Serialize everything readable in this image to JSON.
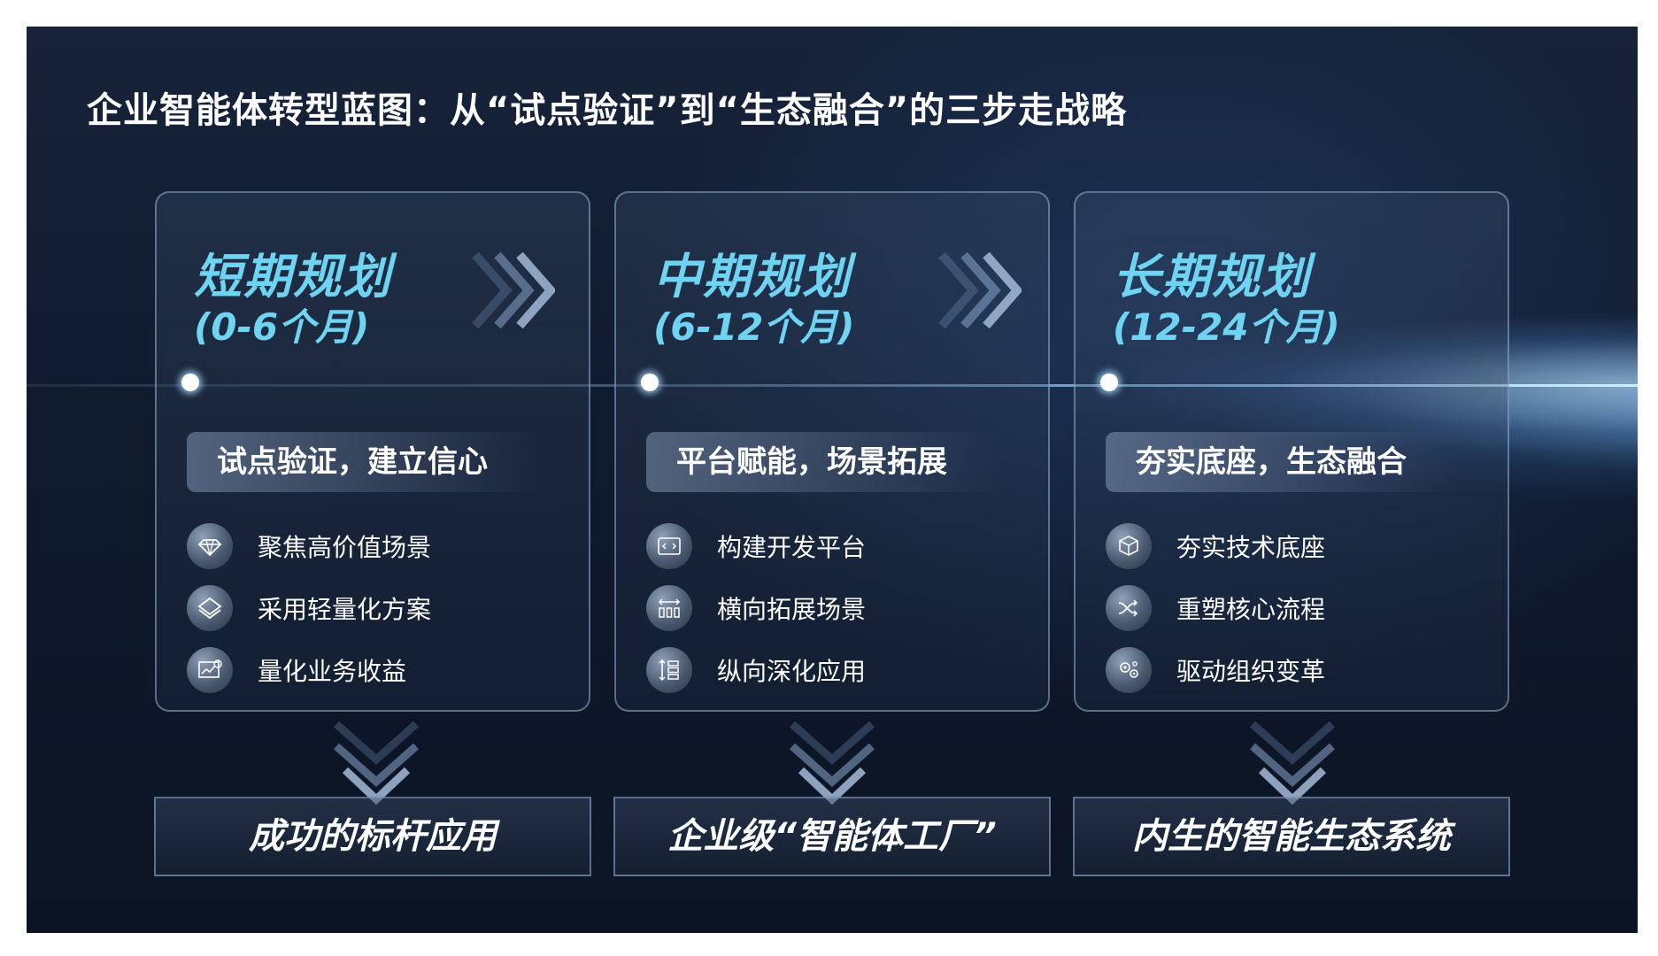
{
  "title": "企业智能体转型蓝图：从“试点验证”到“生态融合”的三步走战略",
  "accent_color": "#6fd3f2",
  "phases": [
    {
      "name": "短期规划",
      "period": "(0-6个月)",
      "goal": "试点验证，建立信心",
      "items": [
        {
          "label": "聚焦高价值场景",
          "icon": "diamond-icon"
        },
        {
          "label": "采用轻量化方案",
          "icon": "layers-icon"
        },
        {
          "label": "量化业务收益",
          "icon": "chart-money-icon"
        }
      ],
      "outcome": "成功的标杆应用"
    },
    {
      "name": "中期规划",
      "period": "(6-12个月)",
      "goal": "平台赋能，场景拓展",
      "items": [
        {
          "label": "构建开发平台",
          "icon": "code-window-icon"
        },
        {
          "label": "横向拓展场景",
          "icon": "horizontal-expand-icon"
        },
        {
          "label": "纵向深化应用",
          "icon": "vertical-deepen-icon"
        }
      ],
      "outcome": "企业级“智能体工厂”"
    },
    {
      "name": "长期规划",
      "period": "(12-24个月)",
      "goal": "夯实底座，生态融合",
      "items": [
        {
          "label": "夯实技术底座",
          "icon": "cube-base-icon"
        },
        {
          "label": "重塑核心流程",
          "icon": "process-flow-icon"
        },
        {
          "label": "驱动组织变革",
          "icon": "gears-people-icon"
        }
      ],
      "outcome": "内生的智能生态系统"
    }
  ]
}
